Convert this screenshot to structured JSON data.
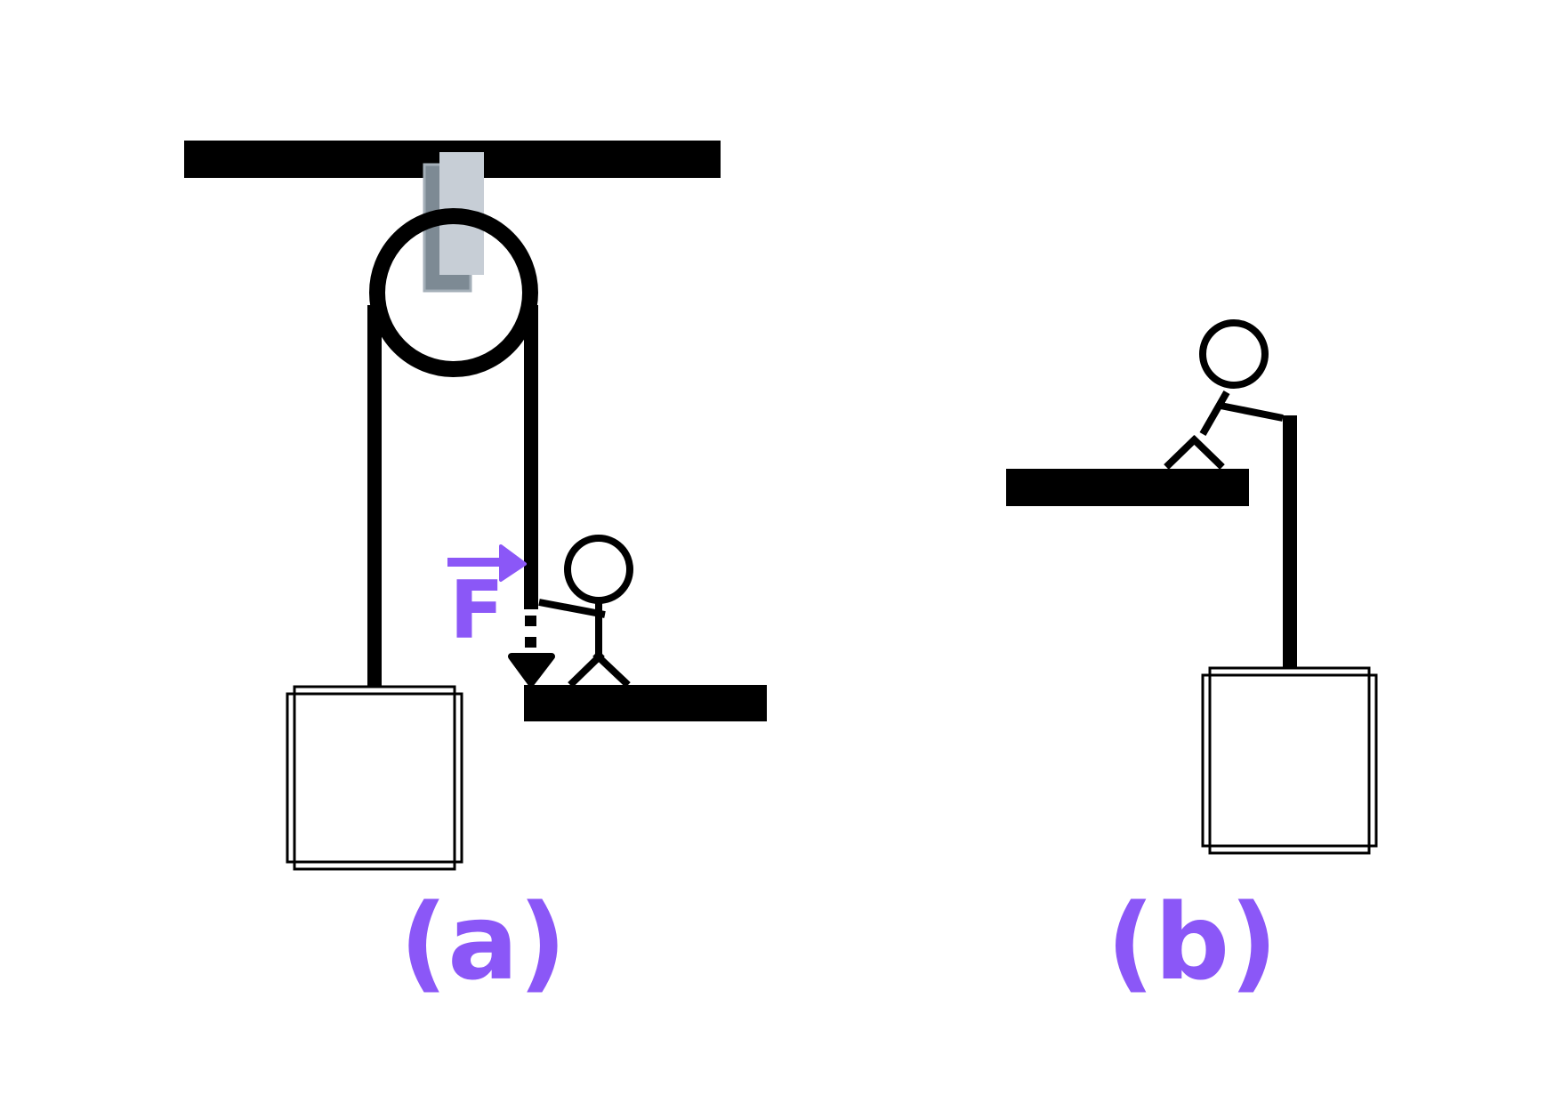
{
  "labels": {
    "panel_a": "(a)",
    "panel_b": "(b)",
    "force": "F"
  },
  "colors": {
    "ink": "#000000",
    "accent": "#8b57f7",
    "bracket_light": "#c7ced6",
    "bracket_dark": "#7d8a94",
    "background": "#ffffff"
  }
}
